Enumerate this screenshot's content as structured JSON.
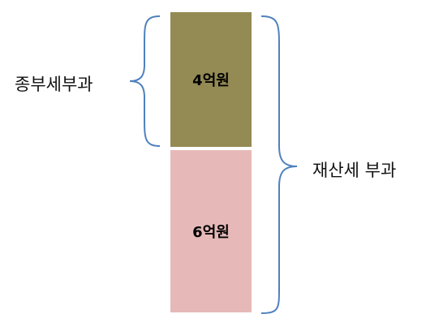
{
  "diagram": {
    "segments": [
      {
        "id": "top",
        "label": "4억원",
        "color": "#948A54"
      },
      {
        "id": "bottom",
        "label": "6억원",
        "color": "#E6B9B8"
      }
    ],
    "left_brace_label": "종부세부과",
    "right_brace_label": "재산세 부과",
    "brace_color": "#4F81BD"
  }
}
